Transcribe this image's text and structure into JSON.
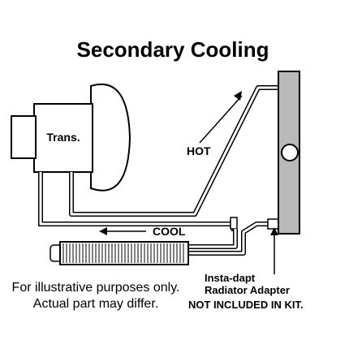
{
  "title": "Secondary Cooling",
  "labels": {
    "transmission": "Trans.",
    "hot": "HOT",
    "cool": "COOL"
  },
  "disclaimer": {
    "line1": "For illustrative purposes only.",
    "line2": "Actual part may differ."
  },
  "adapter_note": {
    "line1": "Insta-dapt",
    "line2": "Radiator Adapter",
    "line3": "NOT INCLUDED IN KIT."
  },
  "colors": {
    "radiator": "#b9b9b9",
    "transmission": "#ffffff",
    "stroke": "#000000",
    "cooler": "#ffffff"
  }
}
